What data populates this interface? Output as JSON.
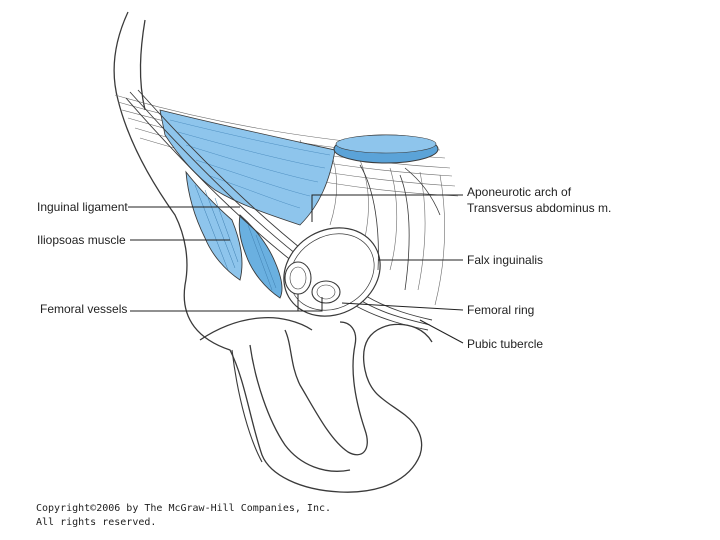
{
  "labels": {
    "inguinal_ligament": "Inguinal ligament",
    "iliopsoas_muscle": "Iliopsoas muscle",
    "femoral_vessels": "Femoral vessels",
    "aponeurotic_arch_line1": "Aponeurotic arch of",
    "aponeurotic_arch_line2": "Transversus abdominus m.",
    "falx_inguinalis": "Falx inguinalis",
    "femoral_ring": "Femoral ring",
    "pubic_tubercle": "Pubic tubercle"
  },
  "copyright": {
    "line1": "Copyright©2006 by The McGraw-Hill Companies, Inc.",
    "line2": "All rights reserved."
  },
  "colors": {
    "muscle_blue": "#8ec5ec",
    "muscle_blue_dark": "#5ba3d8",
    "outline": "#3a3a3a"
  }
}
